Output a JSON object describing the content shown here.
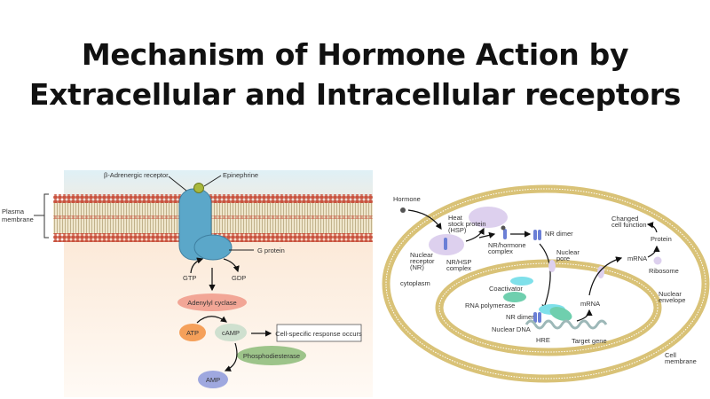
{
  "title": {
    "line1": "Mechanism of Hormone Action by",
    "line2": "Extracellular and Intracellular receptors"
  },
  "left_diagram": {
    "receptor": "β-Adrenergic receptor",
    "ligand": "Epinephrine",
    "membrane": [
      "Plasma",
      "membrane"
    ],
    "g_protein": "G protein",
    "gtp": "GTP",
    "gdp": "GDP",
    "adenylyl_cyclase": "Adenylyl cyclase",
    "atp": "ATP",
    "camp": "cAMP",
    "response": "Cell-specific response occurs",
    "phosphodiesterase": "Phosphodiesterase",
    "amp": "AMP",
    "colors": {
      "receptor": "#5ba7c9",
      "heads": "#c9533f",
      "adenylyl": "#f2a696",
      "atp": "#f5a05a",
      "camp": "#cfe0cf",
      "pde": "#9dc48a",
      "amp": "#9fa8df"
    }
  },
  "right_diagram": {
    "hormone": "Hormone",
    "hsp": [
      "Heat",
      "stock protein",
      "(HSP)"
    ],
    "nr": [
      "Nuclear",
      "receptor",
      "(NR)"
    ],
    "nr_hsp": [
      "NR/HSP",
      "complex"
    ],
    "nr_hormone": [
      "NR/hormone",
      "complex"
    ],
    "nr_dimer_top": "NR dimer",
    "nuclear_pore": [
      "Nuclear",
      "pore"
    ],
    "cytoplasm": "cytoplasm",
    "coactivator": "Coactivator",
    "rna_polymerase": "RNA polymerase",
    "nr_dimer_bottom": "NR dimer",
    "nuclear_dna": "Nuclear DNA",
    "hre": "HRE",
    "target_gene": "Target gene",
    "mrna_nucleus": "mRNA",
    "mrna_cyto": "mRNA",
    "changed": [
      "Changed",
      "cell function"
    ],
    "protein": "Protein",
    "ribosome": "Ribosome",
    "nuclear_envelope": [
      "Nuclear",
      "envelope"
    ],
    "cell_membrane": [
      "Cell",
      "membrane"
    ],
    "colors": {
      "membrane": "#d9c277",
      "hsp": "#ddd0ee",
      "coactivator": "#7fe0ea",
      "polymerase": "#6fcfae"
    }
  }
}
